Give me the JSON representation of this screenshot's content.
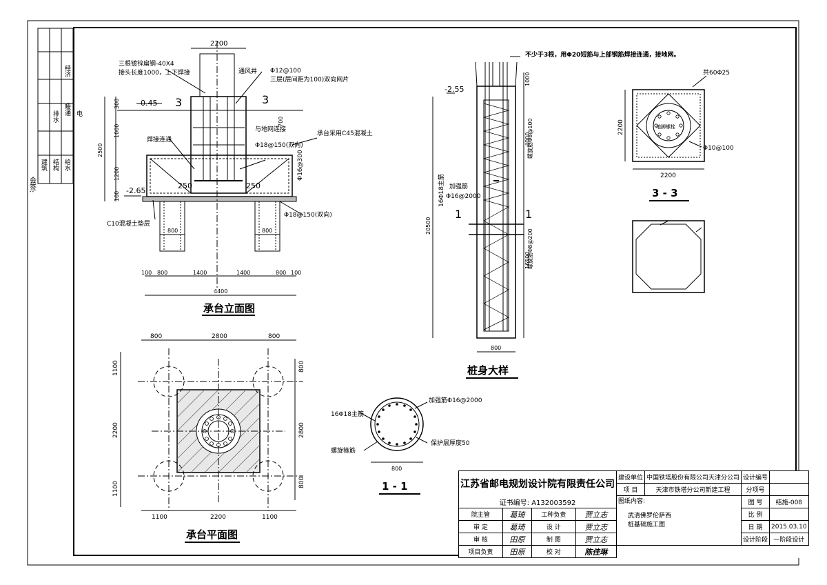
{
  "sidebar": {
    "cells": [
      "经济",
      "排水",
      "暖通",
      "电",
      "建筑",
      "结构",
      "给水"
    ],
    "sign_label": "会签:"
  },
  "elevation": {
    "title": "承台立面图",
    "notes": {
      "steel_bar": "三根镀锌扁钢-40X4",
      "joint_len": "接头长度1000，上下焊接",
      "vent_pipe": "通风井",
      "bar_12": "Φ12@100",
      "three_layer": "三层(层间距为100)双向网片",
      "ground_connect": "与地网连接",
      "concrete": "承台采用C45混凝土",
      "bar_18_two_way": "Φ18@150(双向)",
      "bar_16": "Φ16@300",
      "weld": "焊接连通",
      "cushion": "C10混凝土垫层",
      "bar_18_bottom": "Φ18@150(双向)"
    },
    "dims": {
      "top": "2200",
      "lvl_top": "-0.45",
      "lvl_bot": "-2.65",
      "d300": "300",
      "d1000": "1000",
      "d1200": "1200",
      "d100": "100",
      "d2500": "2500",
      "d700": "700",
      "d250a": "250",
      "d250b": "250",
      "sec": "3",
      "p800a": "800",
      "p800b": "800",
      "b100a": "100",
      "b800a": "800",
      "b1400a": "1400",
      "b1400b": "1400",
      "b800b": "800",
      "b100b": "100",
      "total": "4400"
    }
  },
  "plan": {
    "title": "承台平面图",
    "dims": {
      "top800a": "800",
      "top2800": "2800",
      "top800b": "800",
      "l1100a": "1100",
      "l2200": "2200",
      "l1100b": "1100",
      "r800a": "800",
      "r2800": "2800",
      "r800b": "800",
      "b1100a": "1100",
      "b2200": "2200",
      "b1100b": "1100"
    }
  },
  "pile": {
    "title": "桩身大样",
    "note_top": "不少于3根，用Φ20短筋与上部钢筋焊接连通，接地网。",
    "level": "-2.55",
    "main_bars": "16Φ18主筋",
    "add_bar_label": "加强筋",
    "add_bar": "Φ16@2000",
    "spiral_8_100": "螺旋筋Φ8@100",
    "spiral_8_200": "螺旋筋Φ8@200",
    "d1000": "1000",
    "d4000": "4000",
    "d16500": "16500",
    "d20500": "20500",
    "width": "800",
    "cut": "1"
  },
  "sec11": {
    "title": "1 - 1",
    "main": "16Φ18主筋",
    "add": "加强筋Φ16@2000",
    "spiral": "螺旋箍筋",
    "cover": "保护层厚度50",
    "width": "800"
  },
  "sec33": {
    "title": "3 - 3",
    "bars": "共60Φ25",
    "anchor": "地脚螺栓",
    "stirrup": "Φ10@100",
    "w": "2200",
    "h": "2200"
  },
  "titleblock": {
    "company": "江苏省邮电规划设计院有限责任公司",
    "cert": "证书编号:  A132003592",
    "build_label": "建设单位",
    "build_value": "中国铁塔股份有限公司天津分公司",
    "proj_label": "项 目",
    "proj_value": "天津市铁塔分公司新建工程",
    "design_no": "设计编号",
    "sub_no": "分项号",
    "r1": [
      "院主管",
      "工种负责"
    ],
    "r2": [
      "审 定",
      "设 计"
    ],
    "r3": [
      "审 核",
      "制 图"
    ],
    "r4": [
      "项目负责",
      "校 对"
    ],
    "sig": [
      "葛琦",
      "贾立志",
      "葛琦",
      "贾立志",
      "田原",
      "贾立志",
      "田原",
      "陈佳琳"
    ],
    "content_label": "图纸内容:",
    "content1": "武清佛罗伦萨西",
    "content2": "桩基础施工图",
    "fig_no_label": "图 号",
    "fig_no": "结施-008",
    "scale_label": "比 例",
    "scale": "",
    "date_label": "日 期",
    "date": "2015.03.10",
    "stage_label": "设计阶段",
    "stage": "一阶段设计"
  }
}
